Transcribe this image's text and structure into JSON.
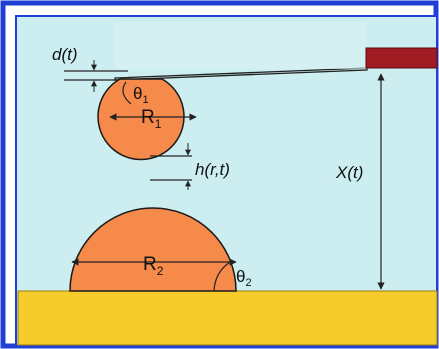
{
  "colors": {
    "frame": "#1f3fd6",
    "background": "#cdeef0",
    "substrate": "#f6cc2a",
    "droplet": "#f58a4b",
    "droplet_edge": "#1a1a1a",
    "cantilever_tip": "#9e1c22",
    "line": "#222222"
  },
  "labels": {
    "d": "d(t)",
    "theta1": "θ",
    "theta1_sub": "1",
    "R1": "R",
    "R1_sub": "1",
    "h": "h(r,t)",
    "X": "X(t)",
    "R2": "R",
    "R2_sub": "2",
    "theta2": "θ",
    "theta2_sub": "2"
  }
}
